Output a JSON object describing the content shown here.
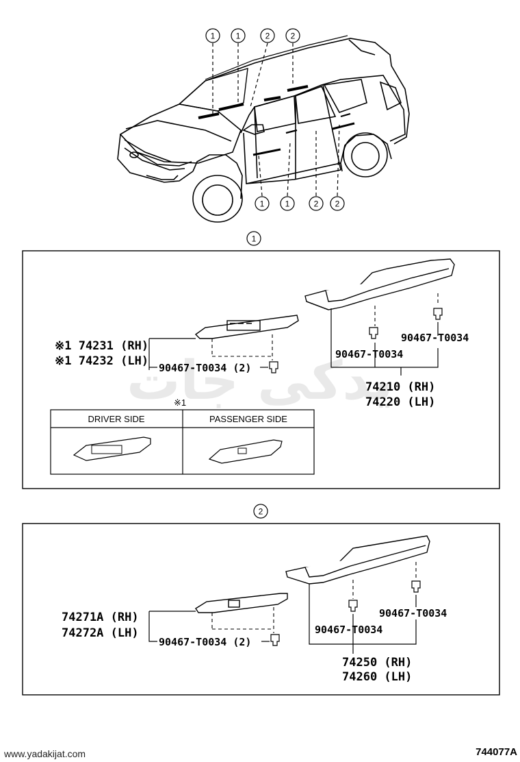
{
  "callouts": {
    "one": "1",
    "two": "2"
  },
  "watermark": "یدکی جات",
  "section1": {
    "switch_base_rh": "※1 74231 (RH)",
    "switch_base_lh": "※1 74232 (LH)",
    "clip_qty": "90467-T0034 (2)",
    "clip_a": "90467-T0034",
    "clip_b": "90467-T0034",
    "armrest_rh": "74210 (RH)",
    "armrest_lh": "74220 (LH)",
    "note_mark": "※1",
    "table": {
      "driver": "DRIVER SIDE",
      "passenger": "PASSENGER SIDE"
    }
  },
  "section2": {
    "switch_base_rh": "74271A (RH)",
    "switch_base_lh": "74272A (LH)",
    "clip_qty": "90467-T0034 (2)",
    "clip_a": "90467-T0034",
    "clip_b": "90467-T0034",
    "armrest_rh": "74250 (RH)",
    "armrest_lh": "74260 (LH)"
  },
  "footer": {
    "website": "www.yadakijat.com",
    "diagram_code": "744077A"
  }
}
